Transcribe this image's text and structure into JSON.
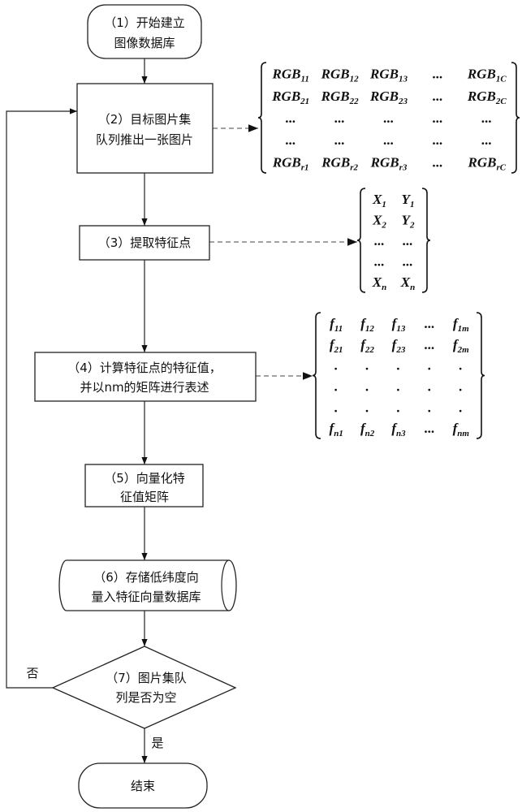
{
  "nodes": {
    "start": [
      "（1）开始建立",
      "图像数据库"
    ],
    "pop": [
      "（2）目标图片集",
      "队列推出一张图片"
    ],
    "extract": [
      "（3）提取特征点"
    ],
    "compute": [
      "（4）计算特征点的特征值，",
      "并以nm的矩阵进行表述"
    ],
    "vectorize": [
      "（5）向量化特",
      "征值矩阵"
    ],
    "store": [
      "（6）存储低纬度向",
      "量入特征向量数据库"
    ],
    "decision": [
      "（7）图片集队",
      "列是否为空"
    ],
    "end": [
      "结束"
    ]
  },
  "edge_labels": {
    "no": "否",
    "yes": "是"
  },
  "matrices": [
    {
      "rows": [
        [
          {
            "b": "RGB",
            "s": "11"
          },
          {
            "b": "RGB",
            "s": "12"
          },
          {
            "b": "RGB",
            "s": "13"
          },
          {
            "b": "..."
          },
          {
            "b": "RGB",
            "s": "1C"
          }
        ],
        [
          {
            "b": "RGB",
            "s": "21"
          },
          {
            "b": "RGB",
            "s": "22"
          },
          {
            "b": "RGB",
            "s": "23"
          },
          {
            "b": "..."
          },
          {
            "b": "RGB",
            "s": "2C"
          }
        ],
        [
          {
            "b": "..."
          },
          {
            "b": "..."
          },
          {
            "b": "..."
          },
          {
            "b": "..."
          },
          {
            "b": "..."
          }
        ],
        [
          {
            "b": "..."
          },
          {
            "b": "..."
          },
          {
            "b": "..."
          },
          {
            "b": "..."
          },
          {
            "b": "..."
          }
        ],
        [
          {
            "b": "RGB",
            "s": "r1"
          },
          {
            "b": "RGB",
            "s": "r2"
          },
          {
            "b": "RGB",
            "s": "r3"
          },
          {
            "b": "..."
          },
          {
            "b": "RGB",
            "s": "rC"
          }
        ]
      ]
    },
    {
      "rows": [
        [
          {
            "b": "X",
            "s": "1"
          },
          {
            "b": "Y",
            "s": "1"
          }
        ],
        [
          {
            "b": "X",
            "s": "2"
          },
          {
            "b": "Y",
            "s": "2"
          }
        ],
        [
          {
            "b": "..."
          },
          {
            "b": "..."
          }
        ],
        [
          {
            "b": "..."
          },
          {
            "b": "..."
          }
        ],
        [
          {
            "b": "X",
            "s": "n"
          },
          {
            "b": "X",
            "s": "n"
          }
        ]
      ]
    },
    {
      "rows": [
        [
          {
            "b": "f",
            "s": "11"
          },
          {
            "b": "f",
            "s": "12"
          },
          {
            "b": "f",
            "s": "13"
          },
          {
            "b": "..."
          },
          {
            "b": "f",
            "s": "1m"
          }
        ],
        [
          {
            "b": "f",
            "s": "21"
          },
          {
            "b": "f",
            "s": "22"
          },
          {
            "b": "f",
            "s": "23"
          },
          {
            "b": "..."
          },
          {
            "b": "f",
            "s": "2m"
          }
        ],
        [
          {
            "b": "."
          },
          {
            "b": "."
          },
          {
            "b": "."
          },
          {
            "b": "."
          },
          {
            "b": "."
          }
        ],
        [
          {
            "b": "."
          },
          {
            "b": "."
          },
          {
            "b": "."
          },
          {
            "b": "."
          },
          {
            "b": "."
          }
        ],
        [
          {
            "b": "."
          },
          {
            "b": "."
          },
          {
            "b": "."
          },
          {
            "b": "."
          },
          {
            "b": "."
          }
        ],
        [
          {
            "b": "f",
            "s": "n1"
          },
          {
            "b": "f",
            "s": "n2"
          },
          {
            "b": "f",
            "s": "n3"
          },
          {
            "b": "..."
          },
          {
            "b": "f",
            "s": "nm"
          }
        ]
      ]
    }
  ]
}
